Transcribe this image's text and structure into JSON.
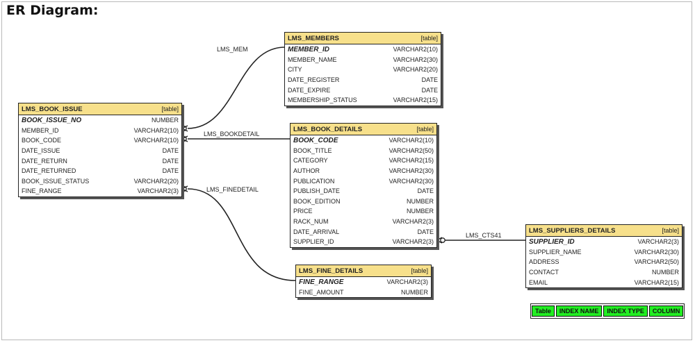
{
  "page": {
    "title": "ER Diagram:"
  },
  "entities": {
    "members": {
      "name": "LMS_MEMBERS",
      "tag": "[table]",
      "attributes": [
        {
          "name": "MEMBER_ID",
          "type": "VARCHAR2(10)",
          "pk": true
        },
        {
          "name": "MEMBER_NAME",
          "type": "VARCHAR2(30)"
        },
        {
          "name": "CITY",
          "type": "VARCHAR2(20)"
        },
        {
          "name": "DATE_REGISTER",
          "type": "DATE"
        },
        {
          "name": "DATE_EXPIRE",
          "type": "DATE"
        },
        {
          "name": "MEMBERSHIP_STATUS",
          "type": "VARCHAR2(15)"
        }
      ]
    },
    "book_issue": {
      "name": "LMS_BOOK_ISSUE",
      "tag": "[table]",
      "attributes": [
        {
          "name": "BOOK_ISSUE_NO",
          "type": "NUMBER",
          "pk": true
        },
        {
          "name": "MEMBER_ID",
          "type": "VARCHAR2(10)"
        },
        {
          "name": "BOOK_CODE",
          "type": "VARCHAR2(10)"
        },
        {
          "name": "DATE_ISSUE",
          "type": "DATE"
        },
        {
          "name": "DATE_RETURN",
          "type": "DATE"
        },
        {
          "name": "DATE_RETURNED",
          "type": "DATE"
        },
        {
          "name": "BOOK_ISSUE_STATUS",
          "type": "VARCHAR2(20)"
        },
        {
          "name": "FINE_RANGE",
          "type": "VARCHAR2(3)"
        }
      ]
    },
    "book_details": {
      "name": "LMS_BOOK_DETAILS",
      "tag": "[table]",
      "attributes": [
        {
          "name": "BOOK_CODE",
          "type": "VARCHAR2(10)",
          "pk": true
        },
        {
          "name": "BOOK_TITLE",
          "type": "VARCHAR2(50)"
        },
        {
          "name": "CATEGORY",
          "type": "VARCHAR2(15)"
        },
        {
          "name": "AUTHOR",
          "type": "VARCHAR2(30)"
        },
        {
          "name": "PUBLICATION",
          "type": "VARCHAR2(30)"
        },
        {
          "name": "PUBLISH_DATE",
          "type": "DATE"
        },
        {
          "name": "BOOK_EDITION",
          "type": "NUMBER"
        },
        {
          "name": "PRICE",
          "type": "NUMBER"
        },
        {
          "name": "RACK_NUM",
          "type": "VARCHAR2(3)"
        },
        {
          "name": "DATE_ARRIVAL",
          "type": "DATE"
        },
        {
          "name": "SUPPLIER_ID",
          "type": "VARCHAR2(3)"
        }
      ]
    },
    "suppliers": {
      "name": "LMS_SUPPLIERS_DETAILS",
      "tag": "[table]",
      "attributes": [
        {
          "name": "SUPPLIER_ID",
          "type": "VARCHAR2(3)",
          "pk": true
        },
        {
          "name": "SUPPLIER_NAME",
          "type": "VARCHAR2(30)"
        },
        {
          "name": "ADDRESS",
          "type": "VARCHAR2(50)"
        },
        {
          "name": "CONTACT",
          "type": "NUMBER"
        },
        {
          "name": "EMAIL",
          "type": "VARCHAR2(15)"
        }
      ]
    },
    "fine_details": {
      "name": "LMS_FINE_DETAILS",
      "tag": "[table]",
      "attributes": [
        {
          "name": "FINE_RANGE",
          "type": "VARCHAR2(3)",
          "pk": true
        },
        {
          "name": "FINE_AMOUNT",
          "type": "NUMBER"
        }
      ]
    }
  },
  "relationships": [
    {
      "id": "mem",
      "label": "LMS_MEM",
      "from": "LMS_BOOK_ISSUE.MEMBER_ID",
      "to": "LMS_MEMBERS.MEMBER_ID"
    },
    {
      "id": "bookdetail",
      "label": "LMS_BOOKDETAIL",
      "from": "LMS_BOOK_ISSUE.BOOK_CODE",
      "to": "LMS_BOOK_DETAILS.BOOK_CODE"
    },
    {
      "id": "finedetail",
      "label": "LMS_FINEDETAIL",
      "from": "LMS_BOOK_ISSUE.FINE_RANGE",
      "to": "LMS_FINE_DETAILS.FINE_RANGE"
    },
    {
      "id": "cts41",
      "label": "LMS_CTS41",
      "from": "LMS_BOOK_DETAILS.SUPPLIER_ID",
      "to": "LMS_SUPPLIERS_DETAILS.SUPPLIER_ID"
    }
  ],
  "legend": {
    "items": [
      "Table",
      "INDEX NAME",
      "INDEX TYPE",
      "COLUMN"
    ],
    "color": "#22ee22"
  },
  "colors": {
    "header": "#f7e08b",
    "border": "#222222"
  }
}
